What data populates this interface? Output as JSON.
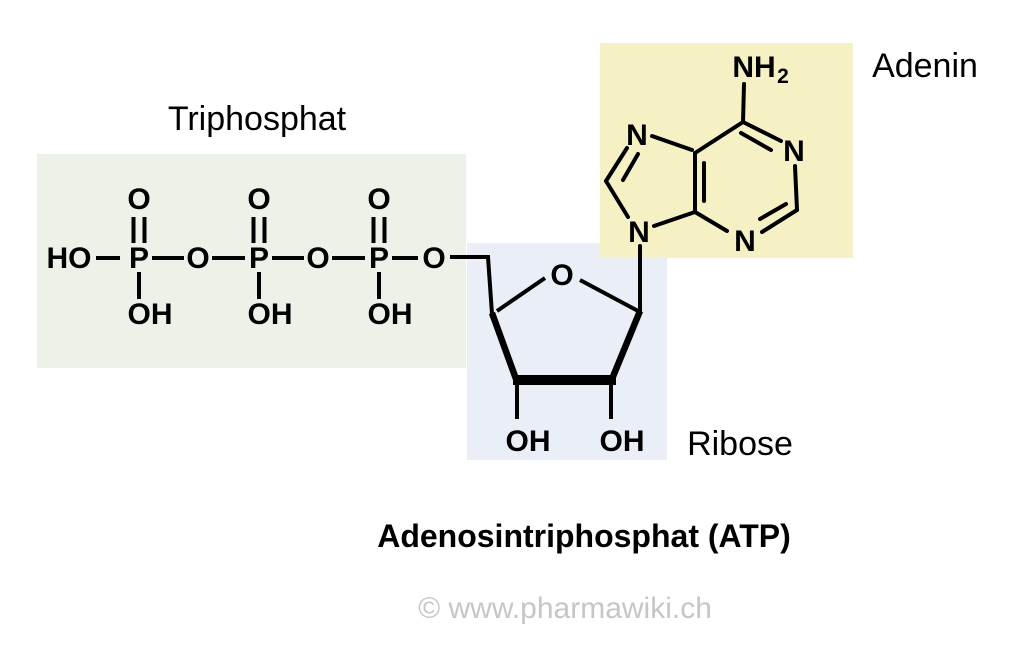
{
  "labels": {
    "triphosphat": "Triphosphat",
    "adenin": "Adenin",
    "ribose": "Ribose"
  },
  "caption": {
    "title": "Adenosintriphosphat (ATP)",
    "watermark": "© www.pharmawiki.ch"
  },
  "atoms": {
    "ho": "HO",
    "p": "P",
    "o": "O",
    "oh": "OH",
    "n": "N",
    "nh": "NH",
    "subscript_two": "2"
  },
  "colors": {
    "triphosphat_box": "#edf2e8",
    "ribose_box": "#e9eef7",
    "adenin_box": "#f5f1c5",
    "bond": "#000000",
    "watermark": "#c6c6c6",
    "background": "#ffffff"
  }
}
